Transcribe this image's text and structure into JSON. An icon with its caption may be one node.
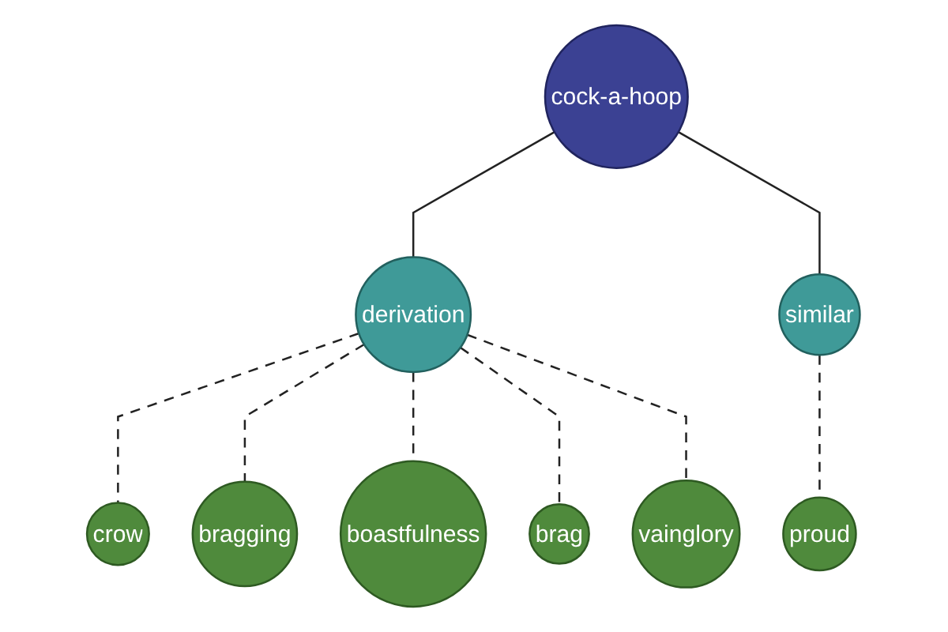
{
  "diagram": {
    "nodes": [
      {
        "text": [
          "crow"
        ]
      },
      {
        "text": [
          "bragging"
        ]
      },
      {
        "text": [
          "boastfulness"
        ]
      },
      {
        "text": [
          "derivation"
        ]
      },
      {
        "text": [
          "cock-a-hoop"
        ]
      },
      {
        "text": [
          "brag"
        ]
      },
      {
        "text": [
          "vainglory"
        ]
      },
      {
        "text": [
          "similar"
        ]
      },
      {
        "text": [
          "proud"
        ]
      }
    ],
    "edges": [
      {
        "from": 4,
        "to": 3,
        "arrow": "none"
      },
      {
        "from": 4,
        "to": 7,
        "arrow": "none"
      },
      {
        "from": 3,
        "to": 0,
        "arrow": "none",
        "style": "dashed"
      },
      {
        "from": 3,
        "to": 1,
        "arrow": "none",
        "style": "dashed"
      },
      {
        "from": 3,
        "to": 2,
        "arrow": "none",
        "style": "dashed"
      },
      {
        "from": 3,
        "to": 5,
        "arrow": "none",
        "style": "dashed"
      },
      {
        "from": 3,
        "to": 6,
        "arrow": "none",
        "style": "dashed"
      },
      {
        "from": 7,
        "to": 8,
        "arrow": "none",
        "style": "dashed"
      }
    ]
  }
}
